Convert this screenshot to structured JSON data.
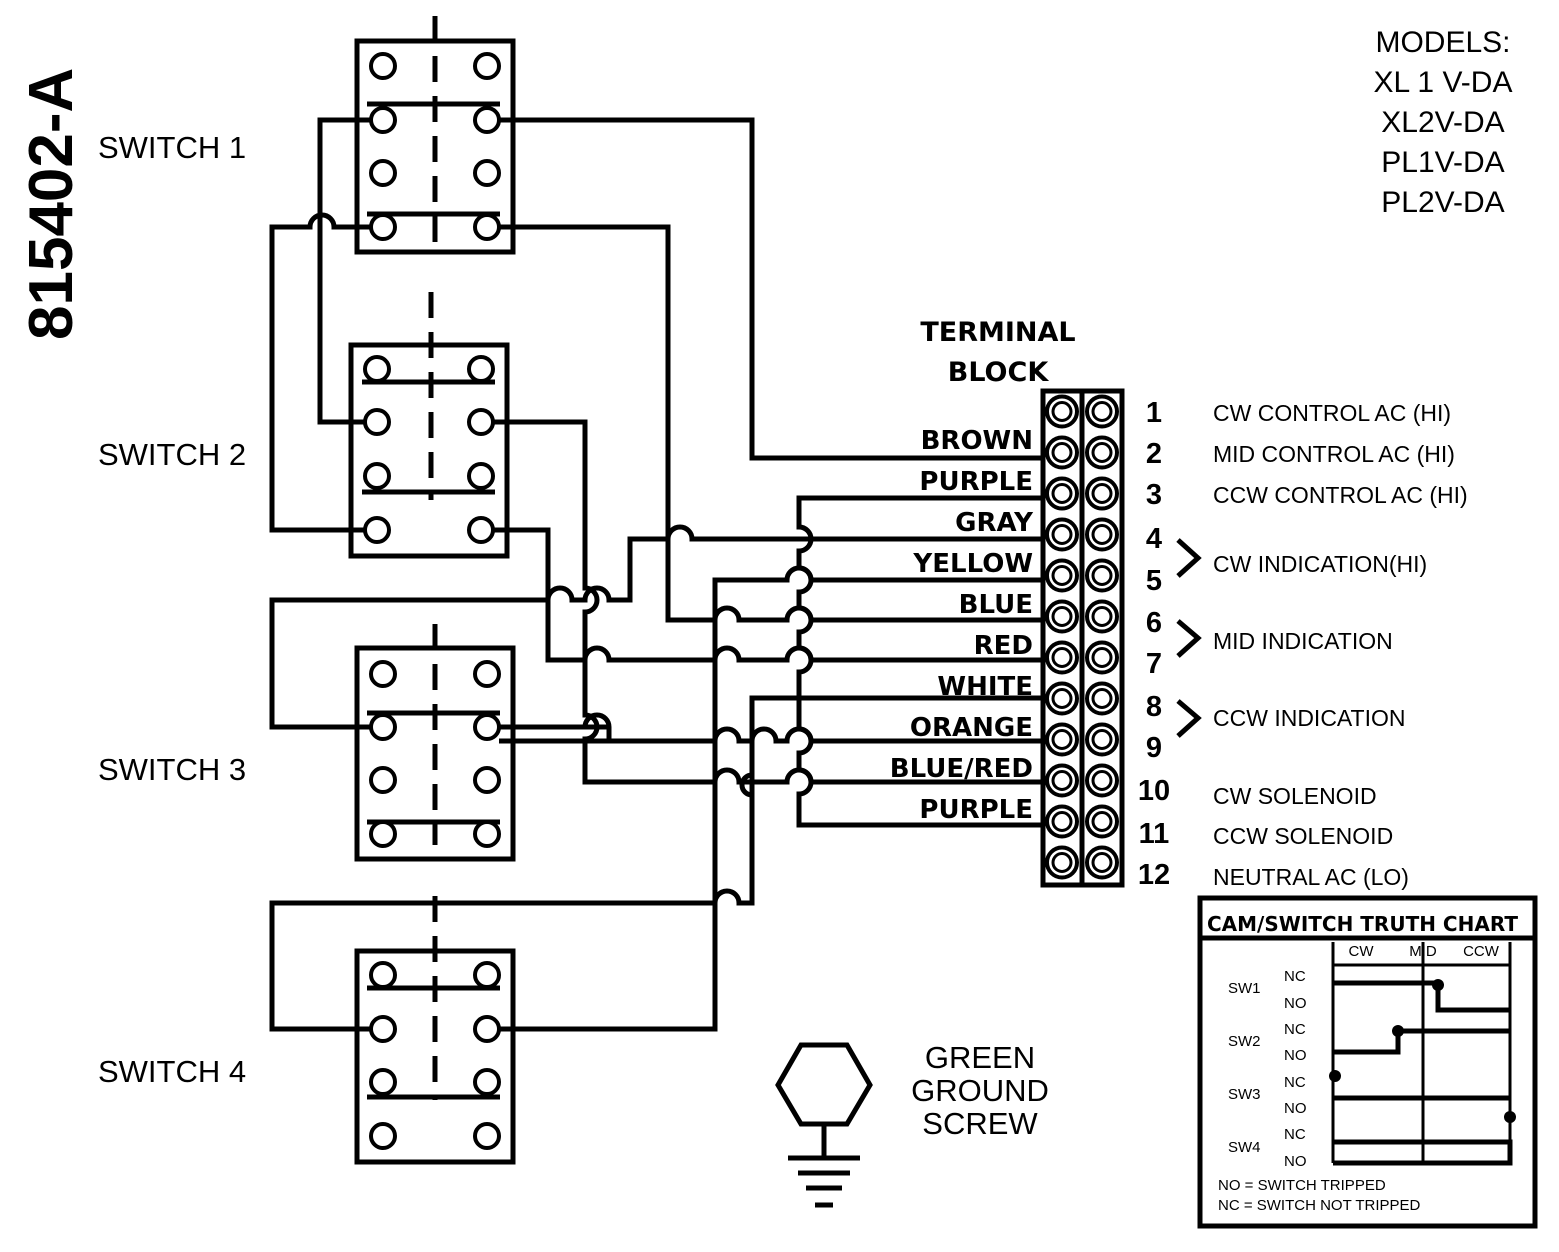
{
  "drawing_number": "815402-A",
  "models": {
    "heading": "MODELS:",
    "list": [
      "XL 1 V-DA",
      "XL2V-DA",
      "PL1V-DA",
      "PL2V-DA"
    ]
  },
  "switches": [
    "SWITCH 1",
    "SWITCH 2",
    "SWITCH 3",
    "SWITCH 4"
  ],
  "terminal_block": {
    "title_line1": "TERMINAL",
    "title_line2": "BLOCK",
    "wire_colors": [
      "BROWN",
      "PURPLE",
      "GRAY",
      "YELLOW",
      "BLUE",
      "RED",
      "WHITE",
      "ORANGE",
      "BLUE/RED",
      "PURPLE"
    ],
    "terminal_numbers": [
      "1",
      "2",
      "3",
      "4",
      "5",
      "6",
      "7",
      "8",
      "9",
      "10",
      "11",
      "12"
    ],
    "functions": {
      "t1": "CW CONTROL AC (HI)",
      "t2": "MID CONTROL AC (HI)",
      "t3": "CCW CONTROL AC (HI)",
      "t45": "CW INDICATION(HI)",
      "t67": "MID INDICATION",
      "t89": "CCW INDICATION",
      "t10": "CW SOLENOID",
      "t11": "CCW SOLENOID",
      "t12": "NEUTRAL AC (LO)"
    }
  },
  "ground": {
    "line1": "GREEN",
    "line2": "GROUND",
    "line3": "SCREW"
  },
  "truth_chart": {
    "title": "CAM/SWITCH TRUTH CHART",
    "columns": [
      "CW",
      "MID",
      "CCW"
    ],
    "rows": [
      {
        "switch": "SW1",
        "nc": "NC",
        "no": "NO"
      },
      {
        "switch": "SW2",
        "nc": "NC",
        "no": "NO"
      },
      {
        "switch": "SW3",
        "nc": "NC",
        "no": "NO"
      },
      {
        "switch": "SW4",
        "nc": "NC",
        "no": "NO"
      }
    ],
    "legend_no": "NO = SWITCH TRIPPED",
    "legend_nc": "NC = SWITCH NOT TRIPPED"
  }
}
